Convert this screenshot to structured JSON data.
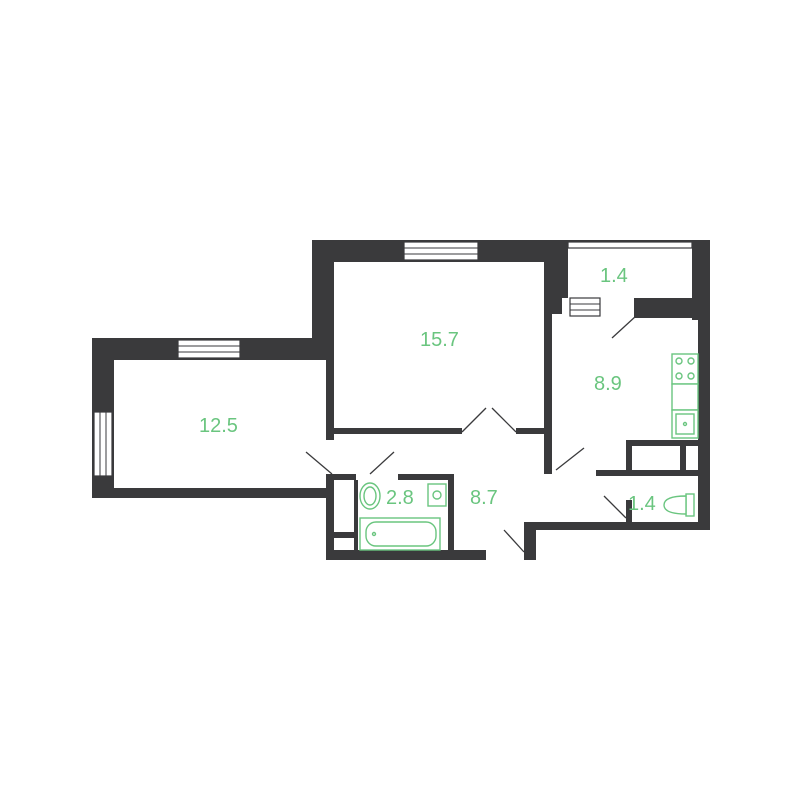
{
  "colors": {
    "wall": "#3a3a3c",
    "area_label": "#6ac57f",
    "fixture_outline": "#6ac57f",
    "background": "#ffffff"
  },
  "rooms": [
    {
      "id": "room-left",
      "area": "12.5"
    },
    {
      "id": "room-center",
      "area": "15.7"
    },
    {
      "id": "balcony",
      "area": "1.4"
    },
    {
      "id": "kitchen",
      "area": "8.9"
    },
    {
      "id": "bathroom",
      "area": "2.8"
    },
    {
      "id": "hallway",
      "area": "8.7"
    },
    {
      "id": "toilet",
      "area": "1.4"
    }
  ]
}
